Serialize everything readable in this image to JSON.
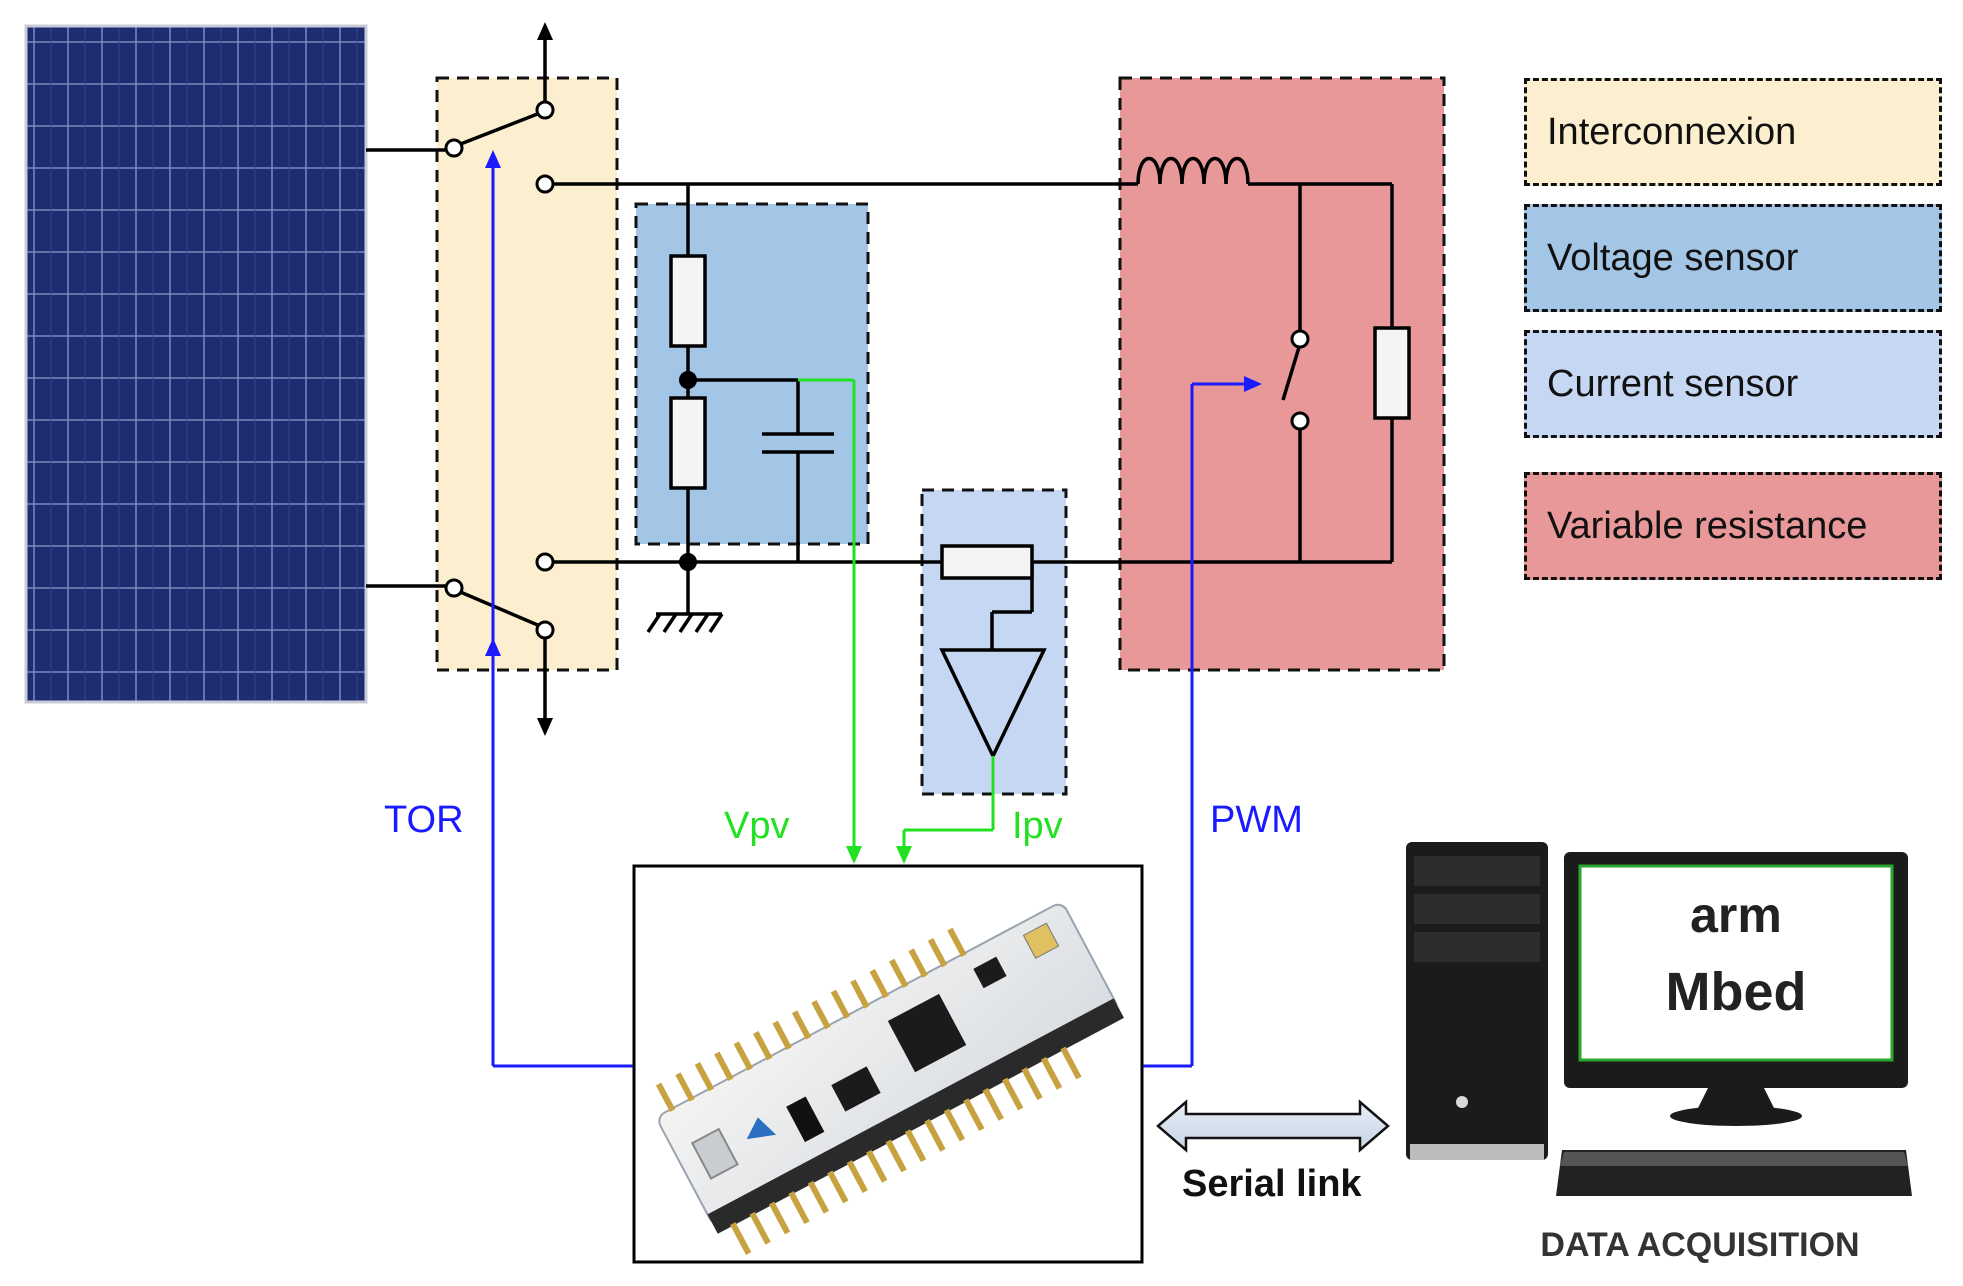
{
  "legend": [
    {
      "label": "Interconnexion",
      "color": "#fcefcf"
    },
    {
      "label": "Voltage sensor",
      "color": "#a3c5e6"
    },
    {
      "label": "Current sensor",
      "color": "#c5d7f2"
    },
    {
      "label": "Variable resistance",
      "color": "#e89898"
    }
  ],
  "signals": {
    "tor": "TOR",
    "vpv": "Vpv",
    "ipv": "Ipv",
    "pwm": "PWM"
  },
  "serial_link": "Serial link",
  "monitor": {
    "line1": "arm",
    "line2": "Mbed"
  },
  "data_acquisition": "DATA ACQUISITION",
  "colors": {
    "control_wire": "#1a1aff",
    "sense_wire": "#22e022",
    "circuit_wire": "#000000",
    "solar_panel": "#1c2a6e"
  }
}
